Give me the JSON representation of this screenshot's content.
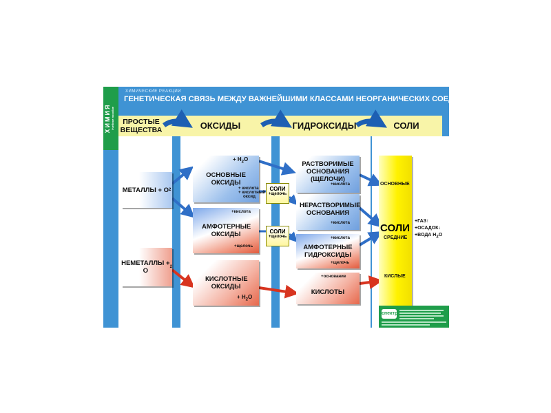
{
  "poster": {
    "side_title": "ХИМИЯ",
    "side_subtitle": "Учебное пособие",
    "kicker": "ХИМИЧЕСКИЕ РЕАКЦИИ",
    "title": "ГЕНЕТИЧЕСКАЯ СВЯЗЬ МЕЖДУ ВАЖНЕЙШИМИ КЛАССАМИ НЕОРГАНИЧЕСКИХ СОЕДИНЕНИЙ"
  },
  "headers": [
    "ПРОСТЫЕ ВЕЩЕСТВА",
    "ОКСИДЫ",
    "ГИДРОКСИДЫ",
    "СОЛИ"
  ],
  "simple_substances": {
    "metals": "МЕТАЛЛЫ + O",
    "nonmetals": "НЕМЕТАЛЛЫ + O",
    "subscript": "2"
  },
  "oxides": {
    "basic": "ОСНОВНЫЕ ОКСИДЫ",
    "basic_top": "+ H",
    "basic_note_1": "+ кислота",
    "basic_note_2": "+ кислотный",
    "basic_note_3": "оксид",
    "amphoteric": "АМФОТЕРНЫЕ ОКСИДЫ",
    "amphoteric_acid": "+кислота",
    "amphoteric_alkali": "+щелочь",
    "acidic": "КИСЛОТНЫЕ ОКСИДЫ",
    "acidic_water": "+ H",
    "water_tail": "O",
    "water_sub": "2"
  },
  "hydroxides": {
    "soluble": "РАСТВОРИМЫЕ ОСНОВАНИЯ (ЩЕЛОЧИ)",
    "soluble_acid": "+кислота",
    "insoluble": "НЕРАСТВОРИМЫЕ ОСНОВАНИЯ",
    "insoluble_acid": "+кислота",
    "amphoteric": "АМФОТЕРНЫЕ ГИДРОКСИДЫ",
    "amphoteric_acid": "+кислота",
    "amphoteric_alkali": "+щелочь",
    "acids": "КИСЛОТЫ",
    "acids_base": "+основание"
  },
  "small_salts": [
    {
      "label": "СОЛИ",
      "note": "+щелочь"
    },
    {
      "label": "СОЛИ",
      "note": "+щелочь"
    }
  ],
  "salts": {
    "main": "СОЛИ",
    "middle": "СРЕДНИЕ",
    "basic": "ОСНОВНЫЕ",
    "acidic": "КИСЛЫЕ",
    "gas": "+ГАЗ↑",
    "precipitate": "+ОСАДОК↓",
    "water": "+ВОДА H",
    "water_sub": "2",
    "water_tail": "O"
  },
  "publisher": {
    "logo": "спектр"
  }
}
